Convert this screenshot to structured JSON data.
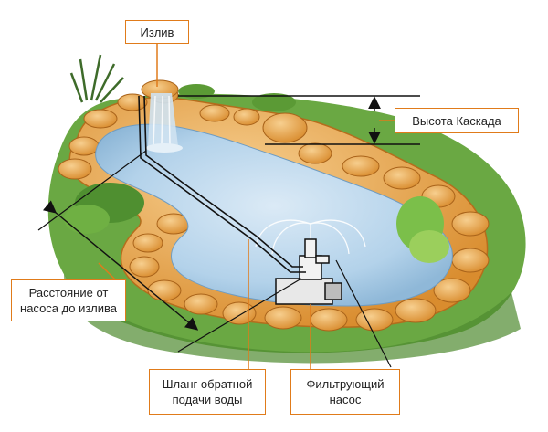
{
  "labels": {
    "spout": "Излив",
    "cascade_height": "Высота Каскада",
    "pump_distance": "Расстояние от\nнасоса до излива",
    "return_hose": "Шланг обратной\nподачи воды",
    "filter_pump": "Фильтрующий\nнасос"
  },
  "colors": {
    "label_border": "#e07b1a",
    "water": "#b9d6ec",
    "stone": "#e9a64f",
    "grass": "#5f9b3a",
    "line": "#111111"
  }
}
